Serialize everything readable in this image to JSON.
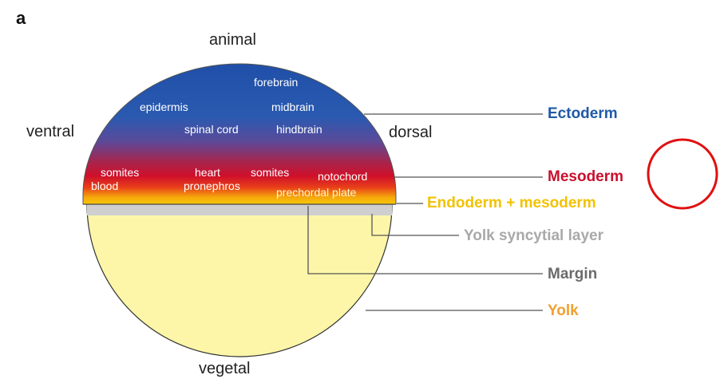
{
  "panel_letter": "a",
  "axes": {
    "top": "animal",
    "bottom": "vegetal",
    "left": "ventral",
    "right": "dorsal"
  },
  "tissues": {
    "forebrain": "forebrain",
    "epidermis": "epidermis",
    "midbrain": "midbrain",
    "spinal_cord": "spinal cord",
    "hindbrain": "hindbrain",
    "somites_ventral": "somites",
    "blood": "blood",
    "heart": "heart",
    "pronephros": "pronephros",
    "somites_mid": "somites",
    "notochord": "notochord",
    "prechordal_plate": "prechordal plate"
  },
  "legend": {
    "ectoderm": "Ectoderm",
    "mesoderm": "Mesoderm",
    "endo_meso": "Endoderm + mesoderm",
    "ysl": "Yolk syncytial layer",
    "margin": "Margin",
    "yolk": "Yolk"
  },
  "colors": {
    "ectoderm": "#1f5aa6",
    "mesoderm": "#c8102e",
    "endo_meso": "#f2c200",
    "ysl": "#a9a9a9",
    "margin": "#6b6b6b",
    "yolk_label": "#f0a030",
    "yolk_fill": "#fdf6a8",
    "ysl_band": "#cfcfcf",
    "annotation_circle": "#e01010"
  }
}
